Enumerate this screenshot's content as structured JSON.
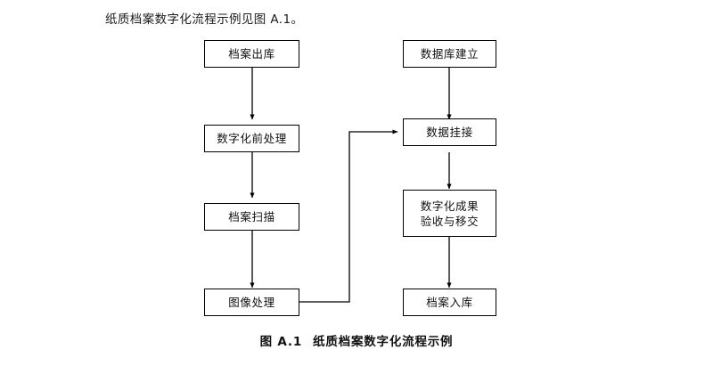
{
  "page": {
    "intro_text": "纸质档案数字化流程示例见图 A.1。",
    "caption_number": "图 A.1",
    "caption_title": "纸质档案数字化流程示例",
    "background_color": "#ffffff",
    "line_color": "#000000",
    "text_color": "#101010"
  },
  "diagram": {
    "type": "flowchart",
    "orientation": "two-column-vertical",
    "left_column": [
      {
        "id": "archive-outbound",
        "label": "档案出库"
      },
      {
        "id": "pre-digitization",
        "label": "数字化前处理"
      },
      {
        "id": "archive-scanning",
        "label": "档案扫描"
      },
      {
        "id": "image-processing",
        "label": "图像处理"
      }
    ],
    "right_column": [
      {
        "id": "database-setup",
        "label": "数据库建立"
      },
      {
        "id": "data-linking",
        "label": "数据挂接"
      },
      {
        "id": "acceptance-transfer",
        "label_line1": "数字化成果",
        "label_line2": "验收与移交"
      },
      {
        "id": "archive-inbound",
        "label": "档案入库"
      }
    ],
    "connections": [
      {
        "from": "archive-outbound",
        "to": "pre-digitization",
        "style": "straight-down",
        "arrow": true
      },
      {
        "from": "pre-digitization",
        "to": "archive-scanning",
        "style": "straight-down",
        "arrow": true
      },
      {
        "from": "archive-scanning",
        "to": "image-processing",
        "style": "straight-down",
        "arrow": true
      },
      {
        "from": "image-processing",
        "to": "data-linking",
        "style": "right-up-right-elbow",
        "arrow": true
      },
      {
        "from": "database-setup",
        "to": "data-linking",
        "style": "straight-down",
        "arrow": true
      },
      {
        "from": "data-linking",
        "to": "acceptance-transfer",
        "style": "straight-down",
        "arrow": true
      },
      {
        "from": "acceptance-transfer",
        "to": "archive-inbound",
        "style": "straight-down",
        "arrow": true
      }
    ]
  }
}
